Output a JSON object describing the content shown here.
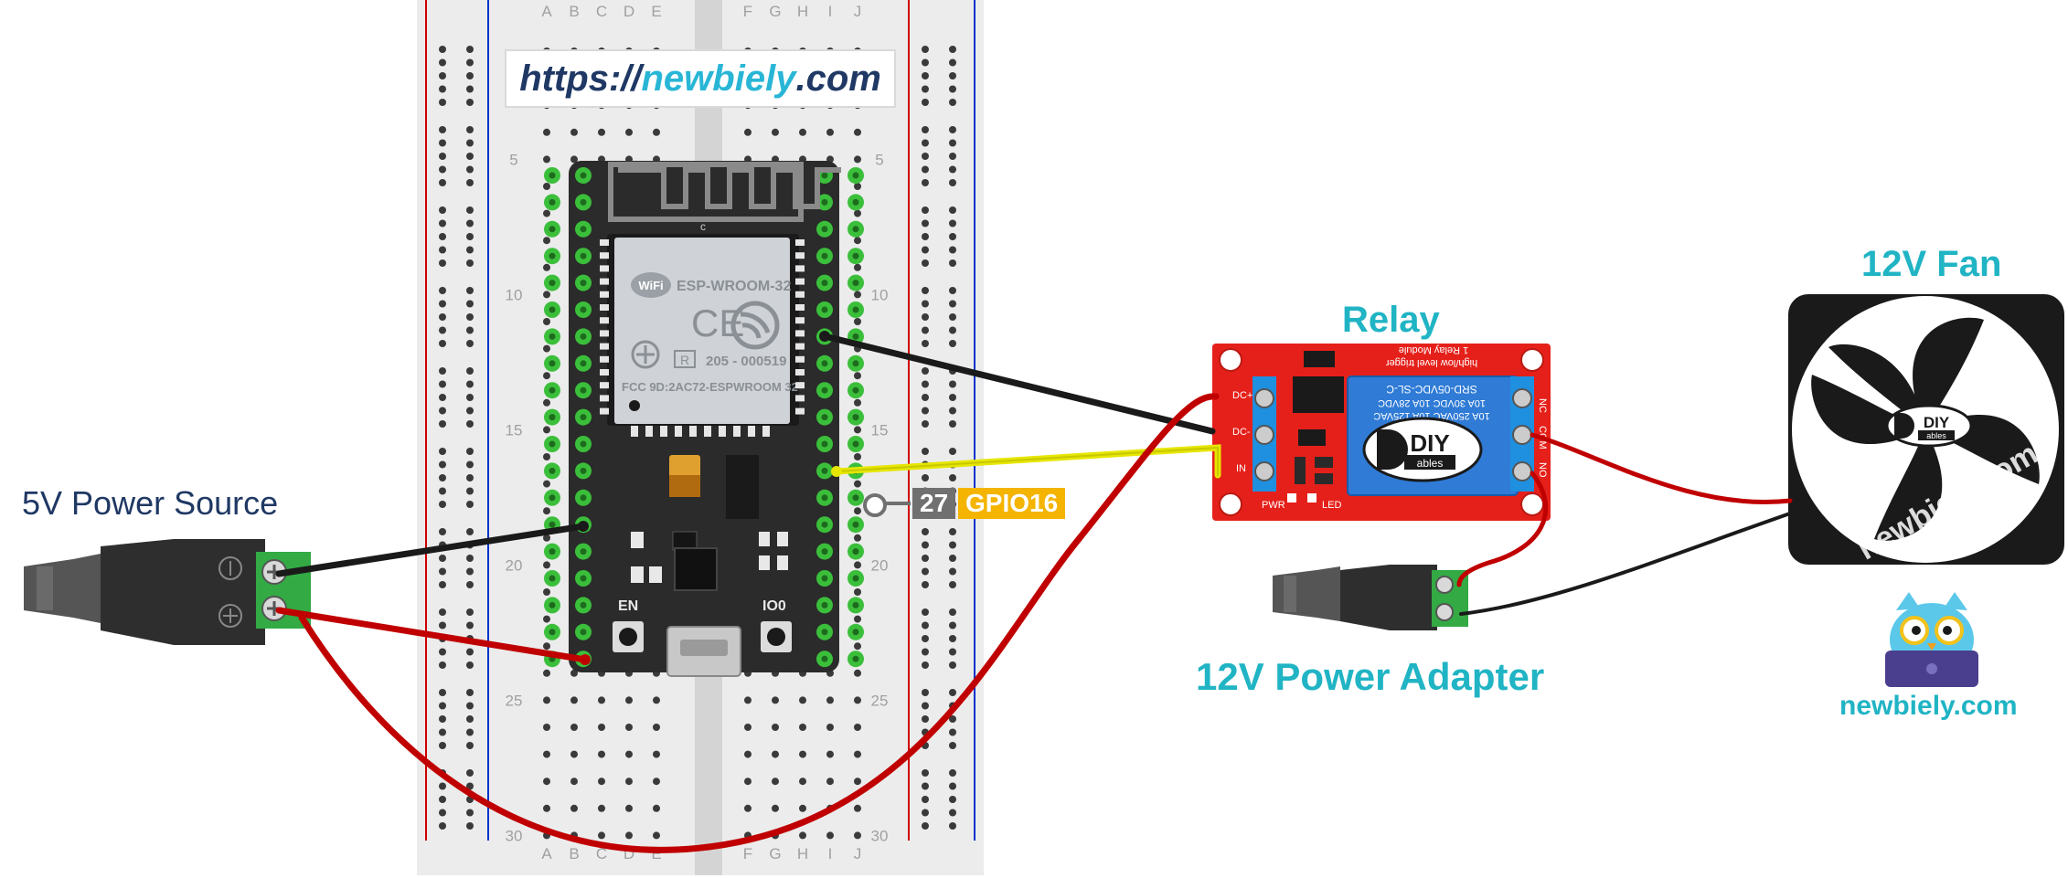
{
  "website": {
    "scheme": "https://",
    "name": "newbiely",
    "tld": ".com"
  },
  "breadboard": {
    "columns_left": [
      "A",
      "B",
      "C",
      "D",
      "E"
    ],
    "columns_right": [
      "F",
      "G",
      "H",
      "I",
      "J"
    ],
    "row_numbers": [
      "5",
      "10",
      "15",
      "20",
      "25",
      "30"
    ]
  },
  "esp32": {
    "antenna_mark": "c",
    "module_name": "ESP-WROOM-32",
    "wifi_text": "WiFi",
    "ce_mark": "CE",
    "r_mark": "R",
    "cert_number": "205 - 000519",
    "fcc_id": "FCC 9D:2AC72-ESPWROOM 32",
    "button_en": "EN",
    "button_io0": "IO0"
  },
  "pin_callout": {
    "number": "27",
    "name": "GPIO16"
  },
  "relay": {
    "title": "Relay",
    "board_text_1": "1 Relay Module",
    "board_text_2": "high/low level trigger",
    "coil_text_1": "10A 250VAC  10A 125VAC",
    "coil_text_2": "10A 30VDC  10A 28VDC",
    "coil_text_3": "SRD-05VDC-SL-C",
    "logo_top": "DIY",
    "logo_bottom": "ables",
    "pins_left": [
      "DC+",
      "DC-",
      "IN"
    ],
    "pins_right": [
      "NC",
      "COM",
      "NO"
    ],
    "led_pwr": "PWR",
    "led_in": "LED"
  },
  "power_source": {
    "label": "5V Power Source"
  },
  "power_adapter": {
    "label": "12V Power Adapter"
  },
  "fan": {
    "title": "12V Fan",
    "logo_top": "DIY",
    "logo_bottom": "ables",
    "watermark": "newbiely.com"
  },
  "brand": {
    "label": "newbiely.com"
  },
  "colors": {
    "title_cyan": "#20b4c4",
    "label_navy": "#1f3864",
    "wire_red": "#c00000",
    "wire_black": "#1a1a1a",
    "wire_yellow": "#e6e600",
    "relay_board": "#e5201a",
    "relay_coil": "#2f7bd6",
    "terminal_blue": "#1f8fe0",
    "terminal_green": "#33aa44",
    "pcb": "#2b2b2b",
    "pin_green": "#3bbf3b",
    "gpio_badge": "#f4b400"
  }
}
